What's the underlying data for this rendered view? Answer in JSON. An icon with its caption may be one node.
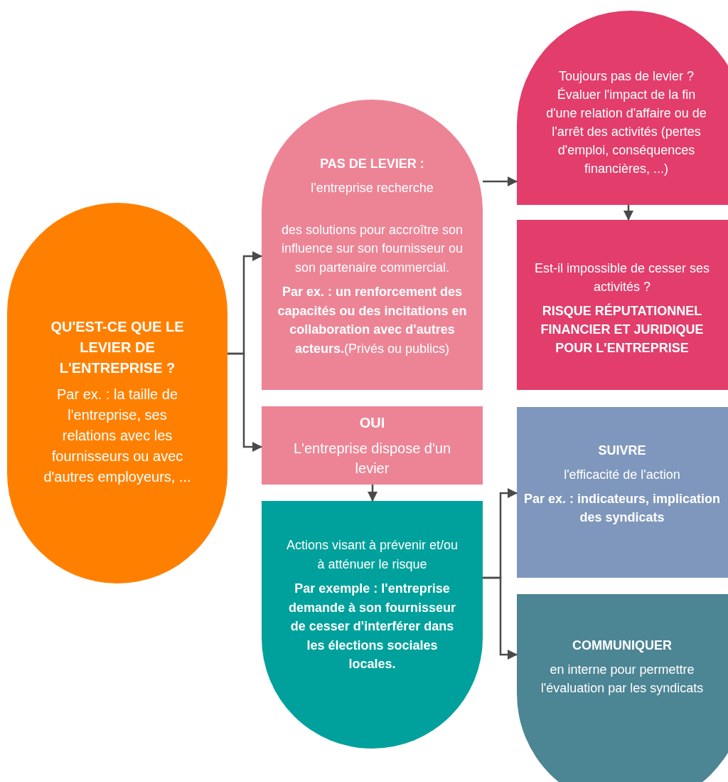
{
  "diagram": {
    "nodes": [
      {
        "text": [
          "QU'EST-CE QUE LE LEVIER DE L'ENTREPRISE ?",
          "Par ex. : la taille de l'entreprise, ses relations avec les fournisseurs ou avec d'autres employeurs, ..."
        ]
      },
      {
        "text": [
          "PAS DE LEVIER :",
          "l'entreprise recherche",
          "des solutions pour accroître son influence sur son fournisseur ou son partenaire commercial.",
          "**Par ex. : un renforcement des capacités ou des incitations en collaboration avec d'autres acteurs.**(Privés ou publics)"
        ]
      },
      {
        "text": [
          "OUI",
          "L'entreprise dispose d'un levier"
        ]
      },
      {
        "text": [
          "Actions visant à prévenir et/ou à atténuer le risque",
          "Par exemple : l'entreprise demande à son fournisseur de cesser d'interférer dans les élections sociales locales."
        ]
      },
      {
        "text": [
          "Toujours pas de levier ? Évaluer l'impact de la fin d'une relation d'affaire ou de l'arrêt des activités (pertes d'emploi, conséquences financières, ...)"
        ]
      },
      {
        "text": [
          "Est-il impossible de cesser ses activités ?",
          "RISQUE RÉPUTATIONNEL FINANCIER ET JURIDIQUE POUR L'ENTREPRISE"
        ]
      },
      {
        "text": [
          "SUIVRE",
          "l'efficacité de l'action",
          "Par ex. : indicateurs, implication des syndicats"
        ]
      },
      {
        "text": [
          "COMMUNIQUER",
          "en interne pour permettre l'évaluation par les syndicats"
        ]
      }
    ],
    "edges": [
      {
        "from": 0,
        "to": 1,
        "arrow": "to"
      },
      {
        "from": 0,
        "to": 2,
        "arrow": "to"
      },
      {
        "from": 1,
        "to": 4,
        "arrow": "to"
      },
      {
        "from": 4,
        "to": 5,
        "arrow": "to"
      },
      {
        "from": 2,
        "to": 3,
        "arrow": "to"
      },
      {
        "from": 3,
        "to": 6,
        "arrow": "to"
      },
      {
        "from": 3,
        "to": 7,
        "arrow": "to"
      }
    ]
  }
}
